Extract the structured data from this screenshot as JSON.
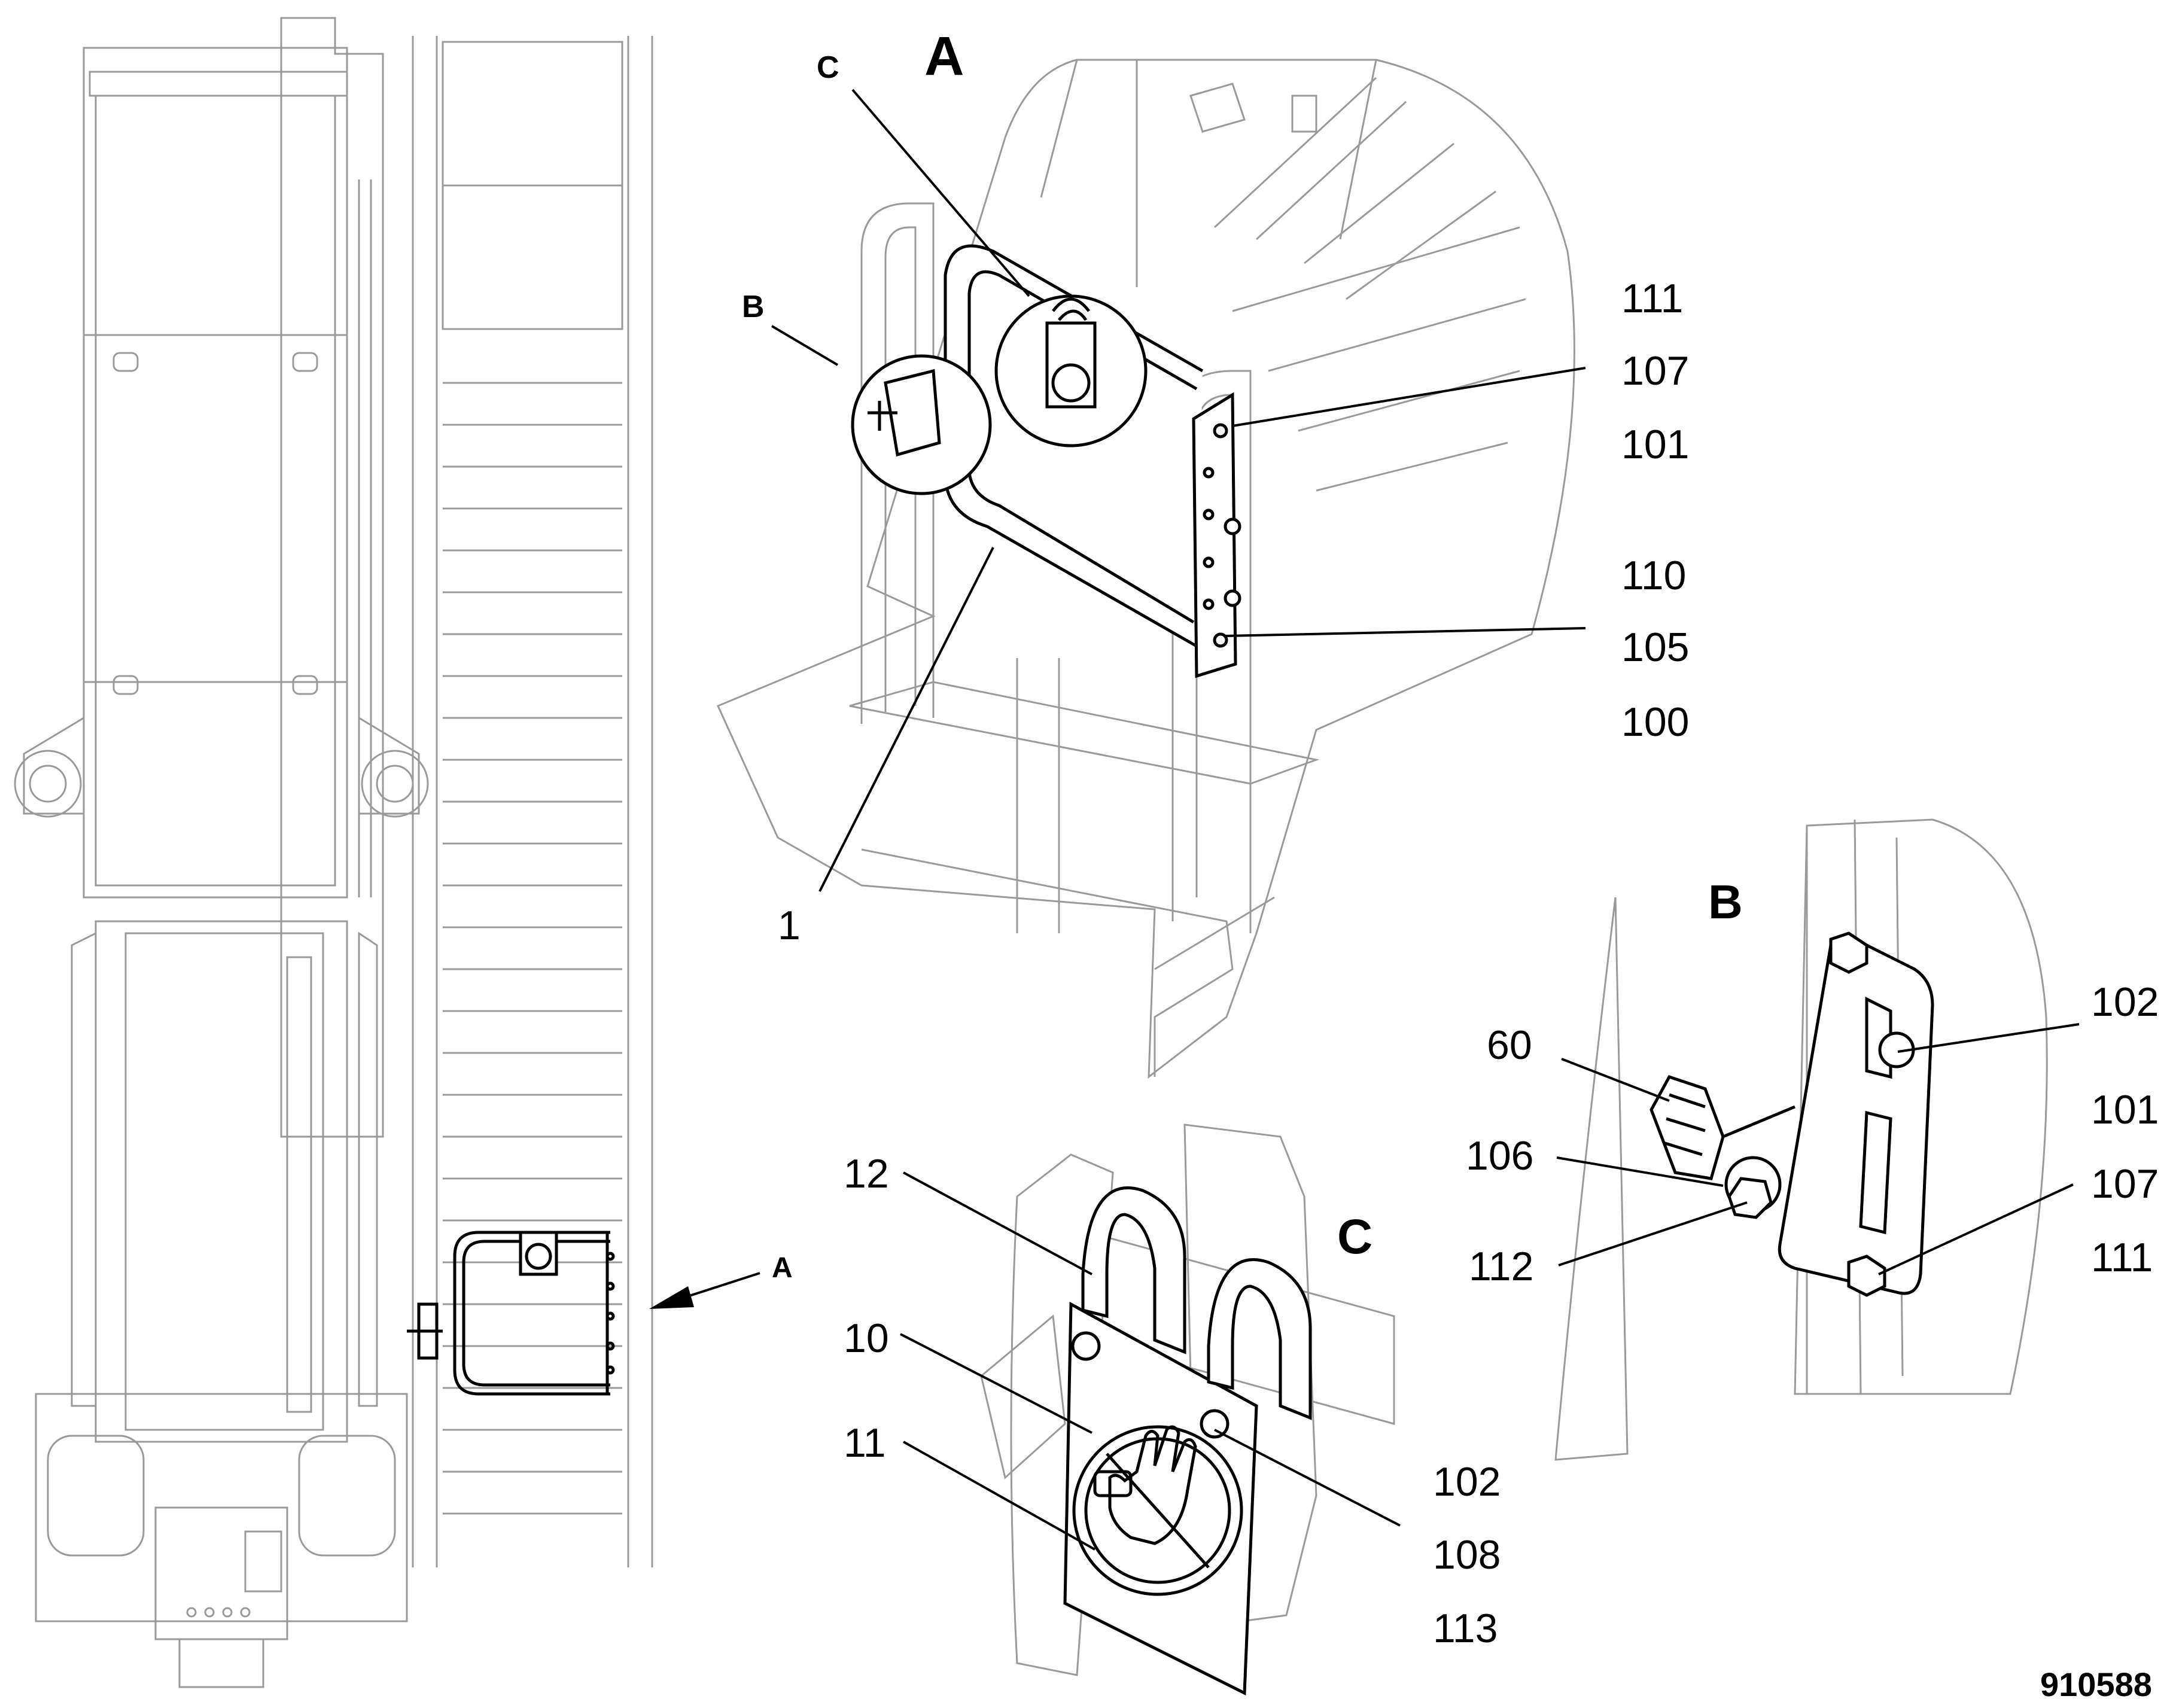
{
  "drawing_number": "910588",
  "views": {
    "A": {
      "title": "A",
      "ref_A": "A",
      "ref_B": "B",
      "ref_C": "C"
    },
    "B": {
      "title": "B"
    },
    "C": {
      "title": "C"
    }
  },
  "callouts": {
    "view_a": [
      "111",
      "107",
      "101",
      "110",
      "105",
      "100",
      "1"
    ],
    "view_b": [
      "102",
      "60",
      "101",
      "106",
      "107",
      "112",
      "111"
    ],
    "view_c": [
      "12",
      "10",
      "11",
      "102",
      "108",
      "113"
    ]
  },
  "icons": [
    "hand-prohibition-icon"
  ]
}
